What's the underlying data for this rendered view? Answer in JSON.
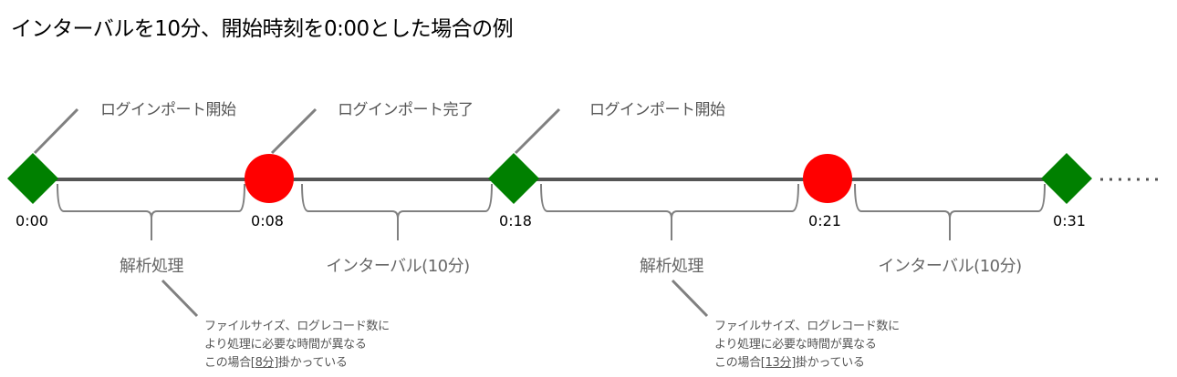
{
  "title": "インターバルを10分、開始時刻を0:00とした場合の例",
  "events": [
    {
      "label": "ログインポート開始",
      "type": "start",
      "color": "#008000"
    },
    {
      "label": "ログインポート完了",
      "type": "end",
      "color": "#ff0000"
    },
    {
      "label": "ログインポート開始",
      "type": "start",
      "color": "#008000"
    }
  ],
  "times": [
    "0:00",
    "0:08",
    "0:18",
    "0:21",
    "0:31"
  ],
  "spans": [
    "解析処理",
    "インターバル(10分)",
    "解析処理",
    "インターバル(10分)"
  ],
  "notes": [
    {
      "line1": "ファイルサイズ、ログレコード数に",
      "line2": "より処理に必要な時間が異なる",
      "line3_pre": "この場合[",
      "line3_val": "8分",
      "line3_post": "]掛かっている"
    },
    {
      "line1": "ファイルサイズ、ログレコード数に",
      "line2": "より処理に必要な時間が異なる",
      "line3_pre": "この場合[",
      "line3_val": "13分",
      "line3_post": "]掛かっている"
    }
  ],
  "colors": {
    "line": "#555555",
    "start": "#008000",
    "end": "#ff0000",
    "brace": "#808080"
  }
}
